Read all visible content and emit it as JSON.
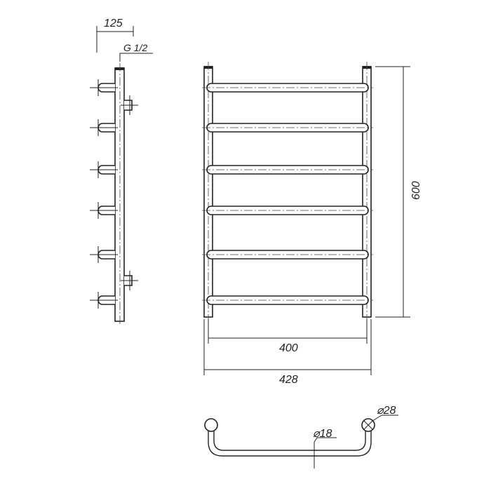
{
  "dimensions": {
    "depth": "125",
    "connection": "G 1/2",
    "height": "600",
    "center_width": "400",
    "overall_width": "428",
    "rail_diameter": "⌀28",
    "rung_diameter": "⌀18"
  },
  "rung_count": 6
}
